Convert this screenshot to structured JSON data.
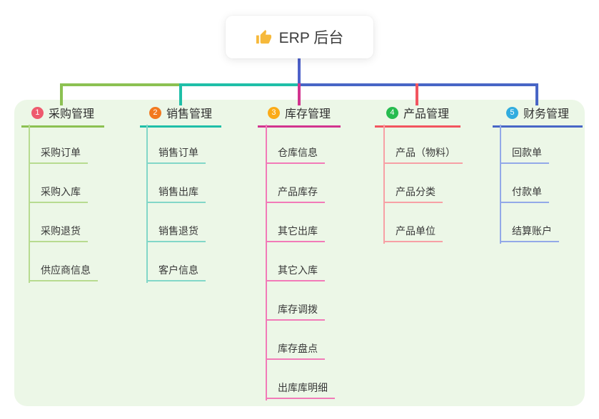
{
  "root": {
    "title": "ERP 后台",
    "icon": "thumbs-up-icon",
    "line_color": "#4e61c9"
  },
  "panel": {
    "bg_color": "#ecf7e7"
  },
  "branches": [
    {
      "number": "1",
      "label": "采购管理",
      "badge_color": "#ee5a6e",
      "line_color": "#8cc152",
      "child_line_color": "#b7db90",
      "children": [
        "采购订单",
        "采购入库",
        "采购退货",
        "供应商信息"
      ]
    },
    {
      "number": "2",
      "label": "销售管理",
      "badge_color": "#f2791f",
      "line_color": "#1fbfa8",
      "child_line_color": "#82d7c8",
      "children": [
        "销售订单",
        "销售出库",
        "销售退货",
        "客户信息"
      ]
    },
    {
      "number": "3",
      "label": "库存管理",
      "badge_color": "#fbab18",
      "line_color": "#d2348f",
      "child_line_color": "#f27ab8",
      "children": [
        "仓库信息",
        "产品库存",
        "其它出库",
        "其它入库",
        "库存调拨",
        "库存盘点",
        "出库库明细"
      ]
    },
    {
      "number": "4",
      "label": "产品管理",
      "badge_color": "#27bc4f",
      "line_color": "#f2555f",
      "child_line_color": "#f7a0a5",
      "children": [
        "产品（物料）",
        "产品分类",
        "产品单位"
      ]
    },
    {
      "number": "5",
      "label": "财务管理",
      "badge_color": "#31acdf",
      "line_color": "#4866c6",
      "child_line_color": "#93a9e8",
      "children": [
        "回款单",
        "付款单",
        "结算账户"
      ]
    }
  ]
}
